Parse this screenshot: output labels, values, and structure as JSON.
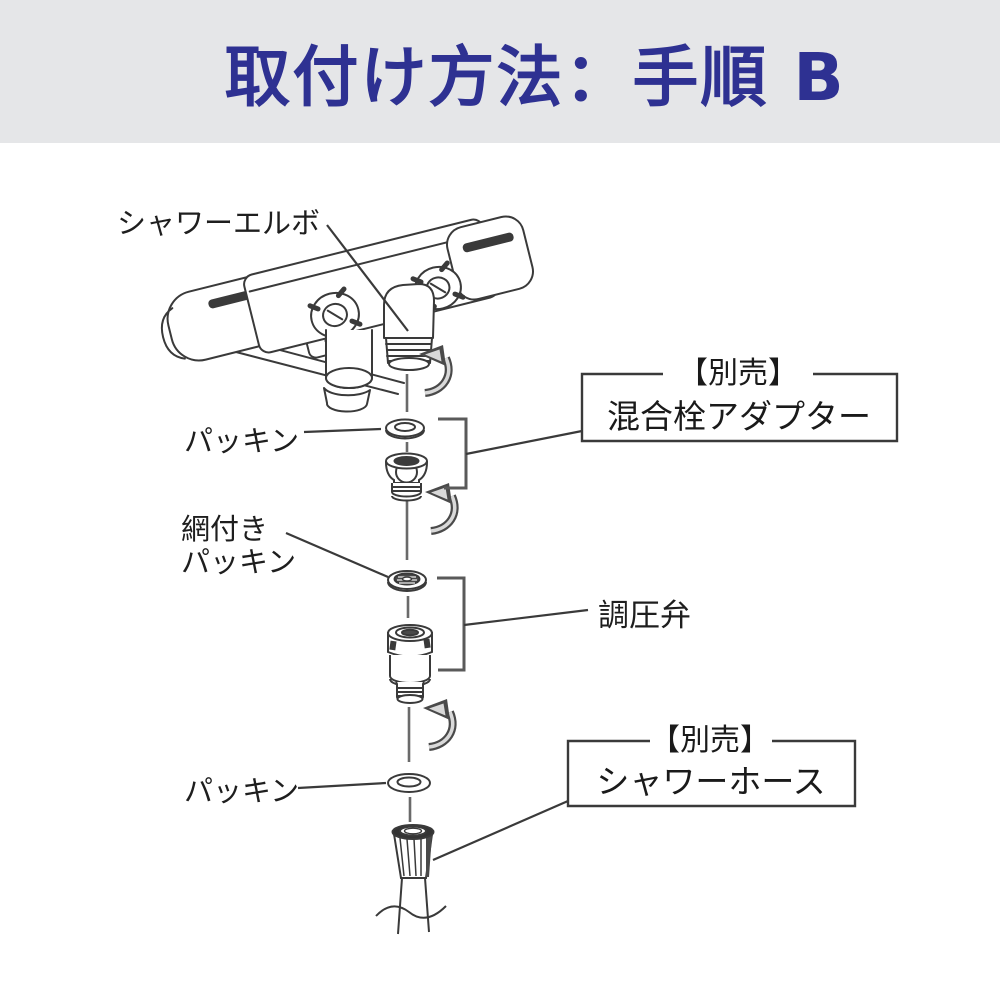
{
  "header": {
    "title": "取付け方法：手順 B"
  },
  "diagram": {
    "labels": {
      "shower_elbow": "シャワーエルボ",
      "packing_top": "パッキン",
      "mesh_packing_line1": "網付き",
      "mesh_packing_line2": "パッキン",
      "pressure_valve": "調圧弁",
      "packing_bottom": "パッキン"
    },
    "callouts": {
      "adapter": {
        "tag": "【別売】",
        "label": "混合栓アダプター"
      },
      "hose": {
        "tag": "【別売】",
        "label": "シャワーホース"
      }
    }
  },
  "colors": {
    "header_bg": "#e5e6e8",
    "title_text": "#2e3192",
    "line_art": "#3a3a3a",
    "canvas": "#ffffff"
  }
}
